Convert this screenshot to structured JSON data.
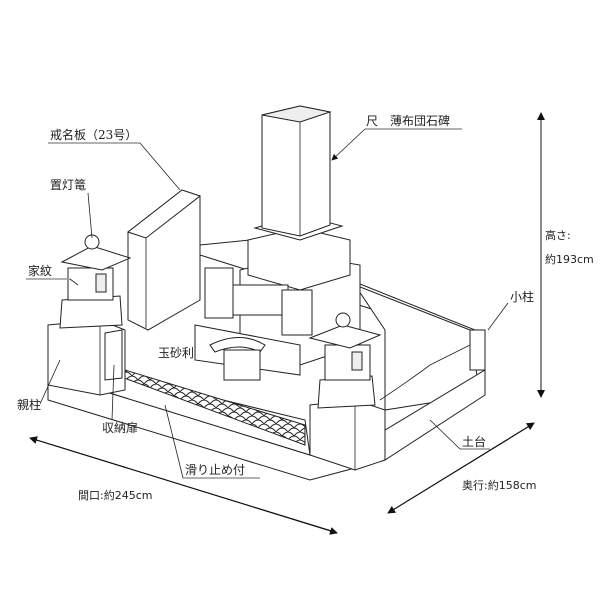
{
  "labels": {
    "stele": "尺　薄布団石碑",
    "memorial_plate": "戒名板（23号）",
    "lantern": "置灯篭",
    "family_crest": "家紋",
    "small_pillar": "小柱",
    "height_label": "高さ:",
    "height_value": "約193cm",
    "main_pillar": "親柱",
    "gravel": "玉砂利",
    "storage_door": "収納扉",
    "non_slip": "滑り止め付",
    "foundation": "土台",
    "width": "間口:約245cm",
    "depth": "奥行:約158cm"
  }
}
